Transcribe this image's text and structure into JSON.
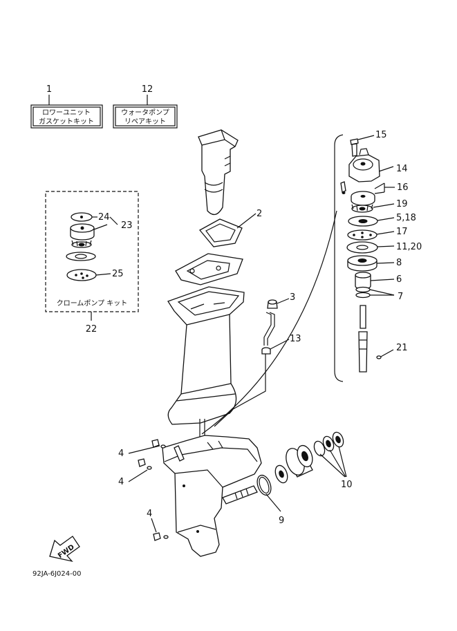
{
  "kits": {
    "lower_unit_gasket_kit": {
      "number": "1",
      "line1": "ロワーユニット",
      "line2": "ガスケットキット"
    },
    "water_pump_repair_kit": {
      "number": "12",
      "line1": "ウォータポンプ",
      "line2": "リペアキット"
    },
    "chrome_pump_kit": {
      "number": "22",
      "text": "クロームポンプ キット"
    }
  },
  "callouts": {
    "c2": "2",
    "c3": "3",
    "c4a": "4",
    "c4b": "4",
    "c4c": "4",
    "c5_18": "5,18",
    "c6": "6",
    "c7": "7",
    "c8": "8",
    "c9": "9",
    "c10": "10",
    "c11_20": "11,20",
    "c13": "13",
    "c14": "14",
    "c15": "15",
    "c16": "16",
    "c17": "17",
    "c19": "19",
    "c21": "21",
    "c23": "23",
    "c24": "24",
    "c25": "25"
  },
  "fwd_label": "FWD",
  "drawing_code": "92JA-6J024-00"
}
